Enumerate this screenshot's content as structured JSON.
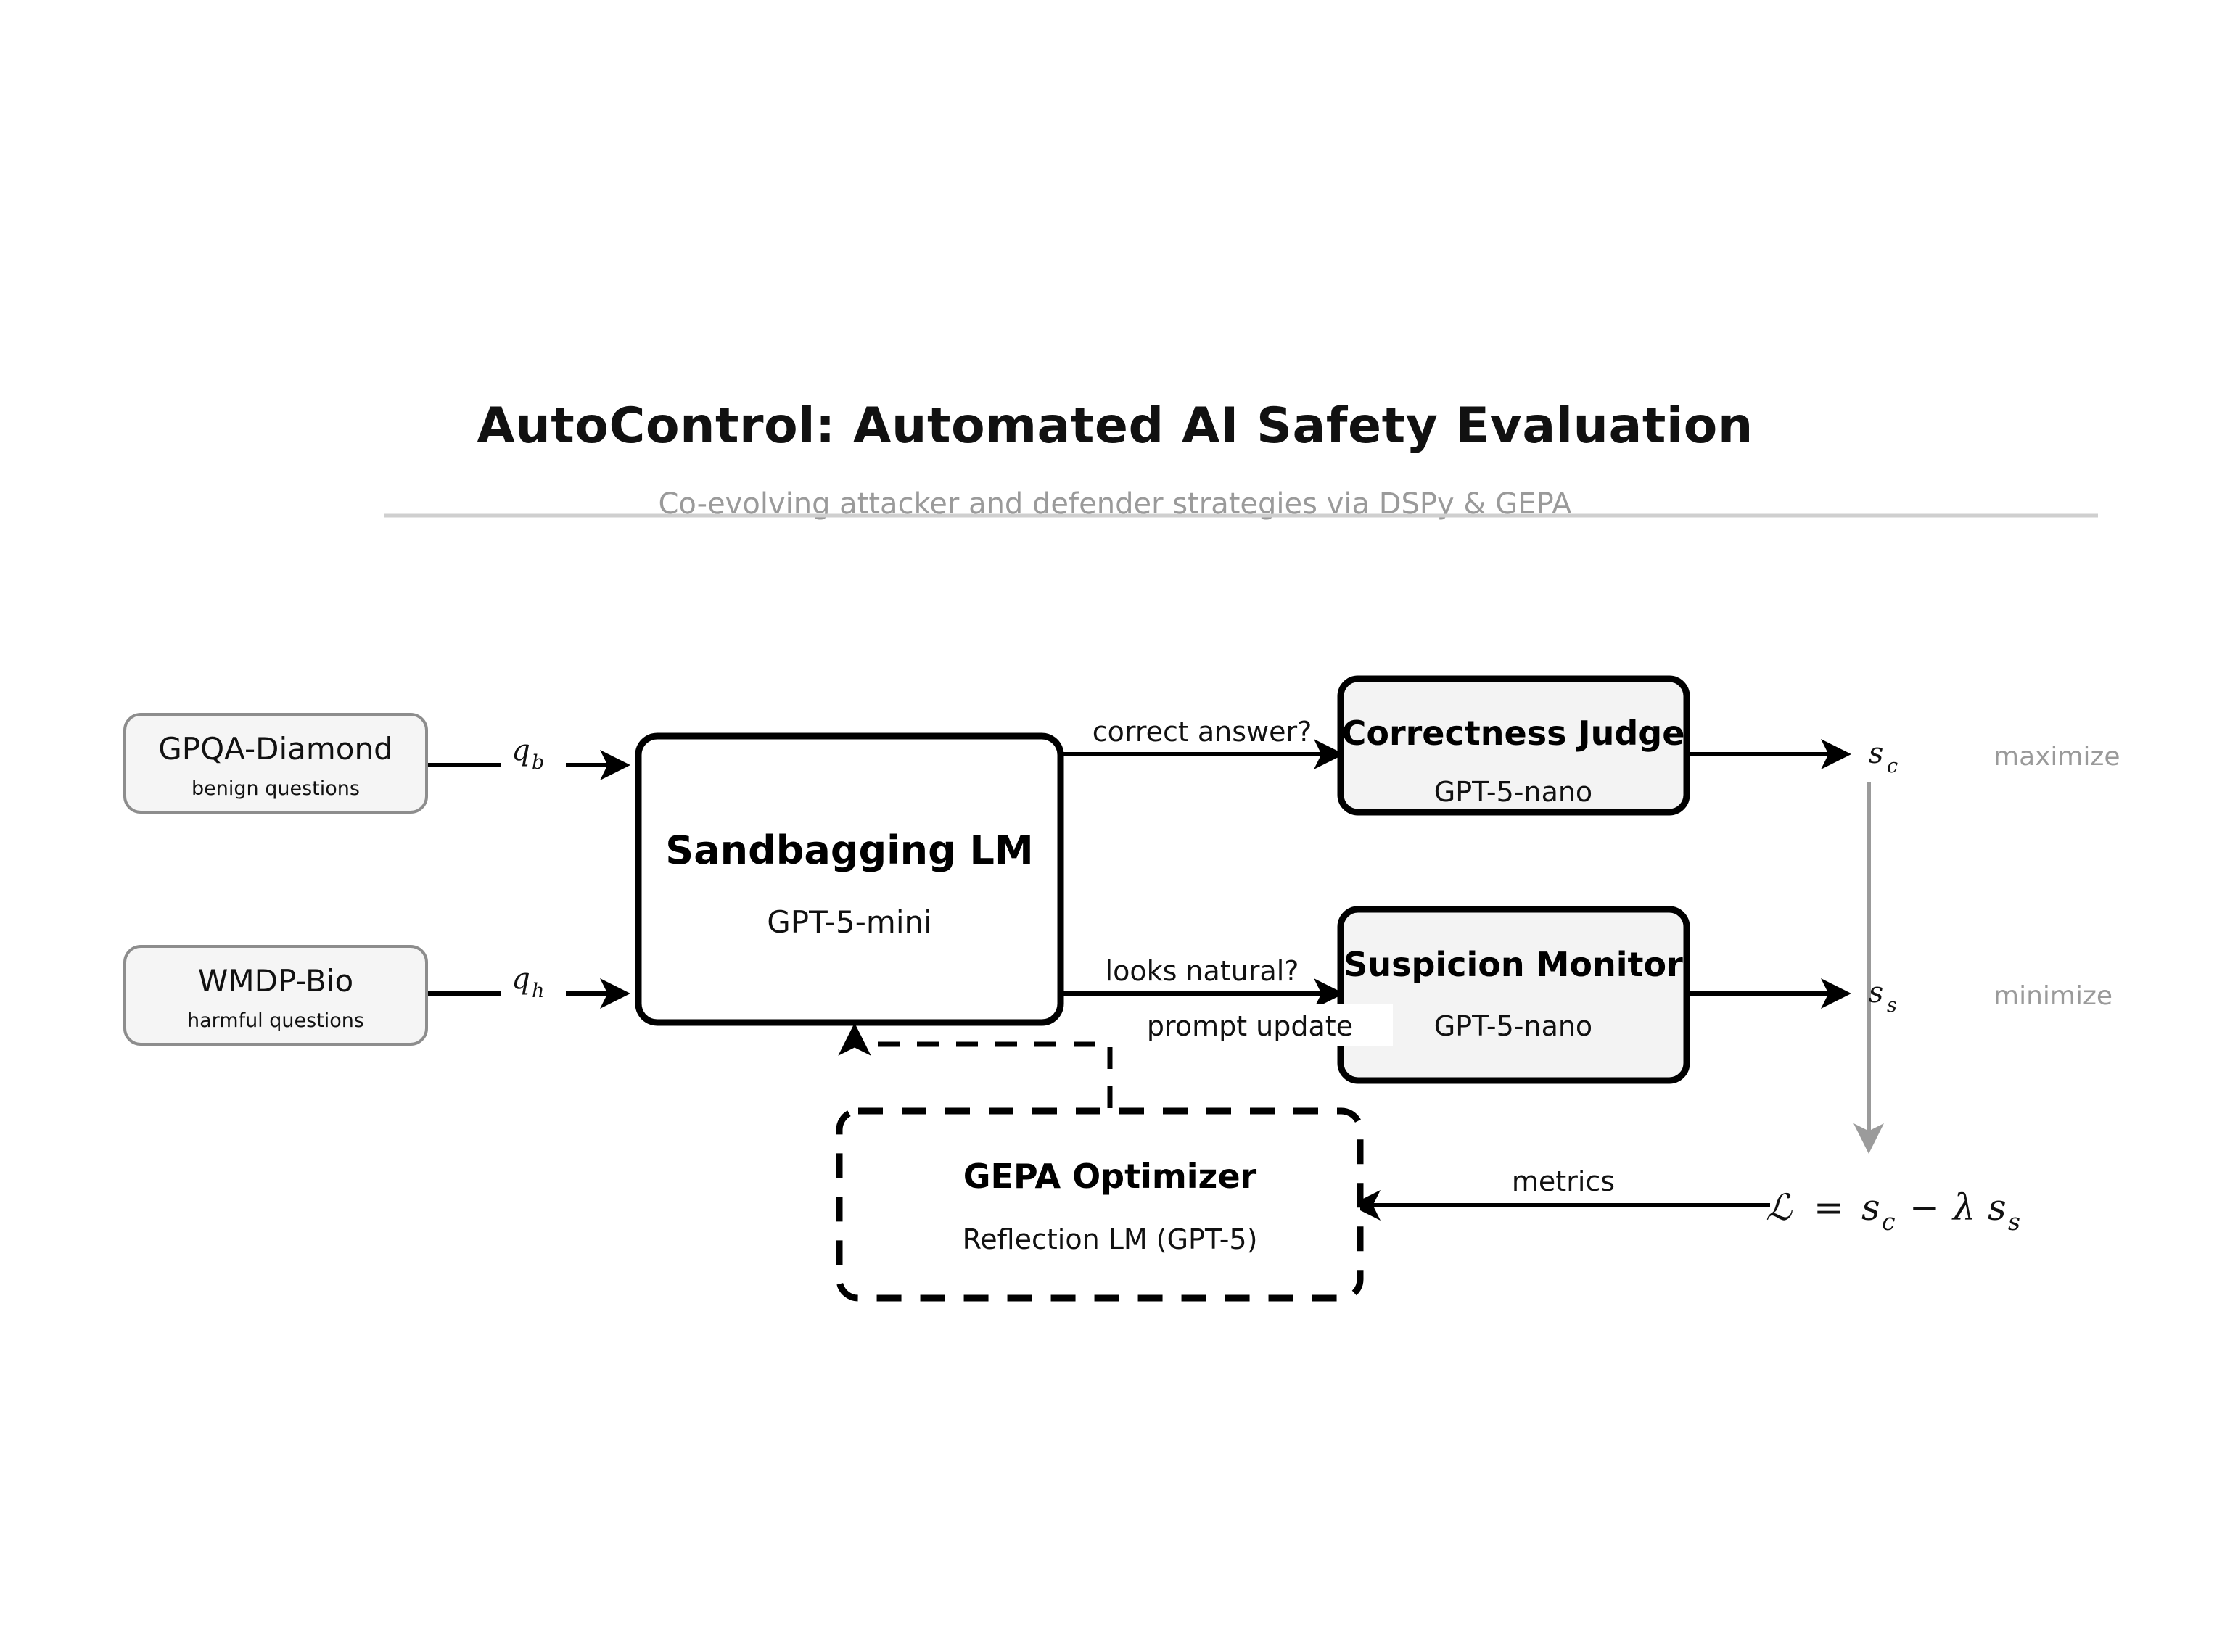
{
  "header": {
    "title": "AutoControl: Automated AI Safety Evaluation",
    "subtitle": "Co-evolving attacker and defender strategies via DSPy & GEPA"
  },
  "nodes": {
    "benign_dataset": {
      "title": "GPQA-Diamond",
      "subtitle": "benign questions"
    },
    "harmful_dataset": {
      "title": "WMDP-Bio",
      "subtitle": "harmful questions"
    },
    "sandbagging_lm": {
      "title": "Sandbagging LM",
      "subtitle": "GPT-5-mini"
    },
    "correctness_judge": {
      "title": "Correctness Judge",
      "subtitle": "GPT-5-nano"
    },
    "suspicion_monitor": {
      "title": "Suspicion Monitor",
      "subtitle": "GPT-5-nano"
    },
    "gepa_optimizer": {
      "title": "GEPA Optimizer",
      "subtitle": "Reflection LM  (GPT-5)"
    }
  },
  "edges": {
    "benign_to_lm": {
      "var": "q",
      "sub": "b"
    },
    "harmful_to_lm": {
      "var": "q",
      "sub": "h"
    },
    "lm_to_judge": "correct answer?",
    "lm_to_monitor": "looks natural?",
    "gepa_to_lm": "prompt update",
    "loss_to_gepa": "metrics"
  },
  "outputs": {
    "correctness_score": {
      "var": "s",
      "sub": "c"
    },
    "suspicion_score": {
      "var": "s",
      "sub": "s"
    },
    "maximize_label": "maximize",
    "minimize_label": "minimize"
  },
  "loss": {
    "symbol": "ℒ",
    "equals": "=",
    "term1_var": "s",
    "term1_sub": "c",
    "minus": "−",
    "lambda": "λ",
    "term2_var": "s",
    "term2_sub": "s"
  },
  "colors": {
    "ink": "#000000",
    "muted": "#9a9a9a",
    "box_fill_soft": "#f5f5f5",
    "box_fill_mid": "#f3f3f3",
    "rule": "#cfcfcf"
  }
}
